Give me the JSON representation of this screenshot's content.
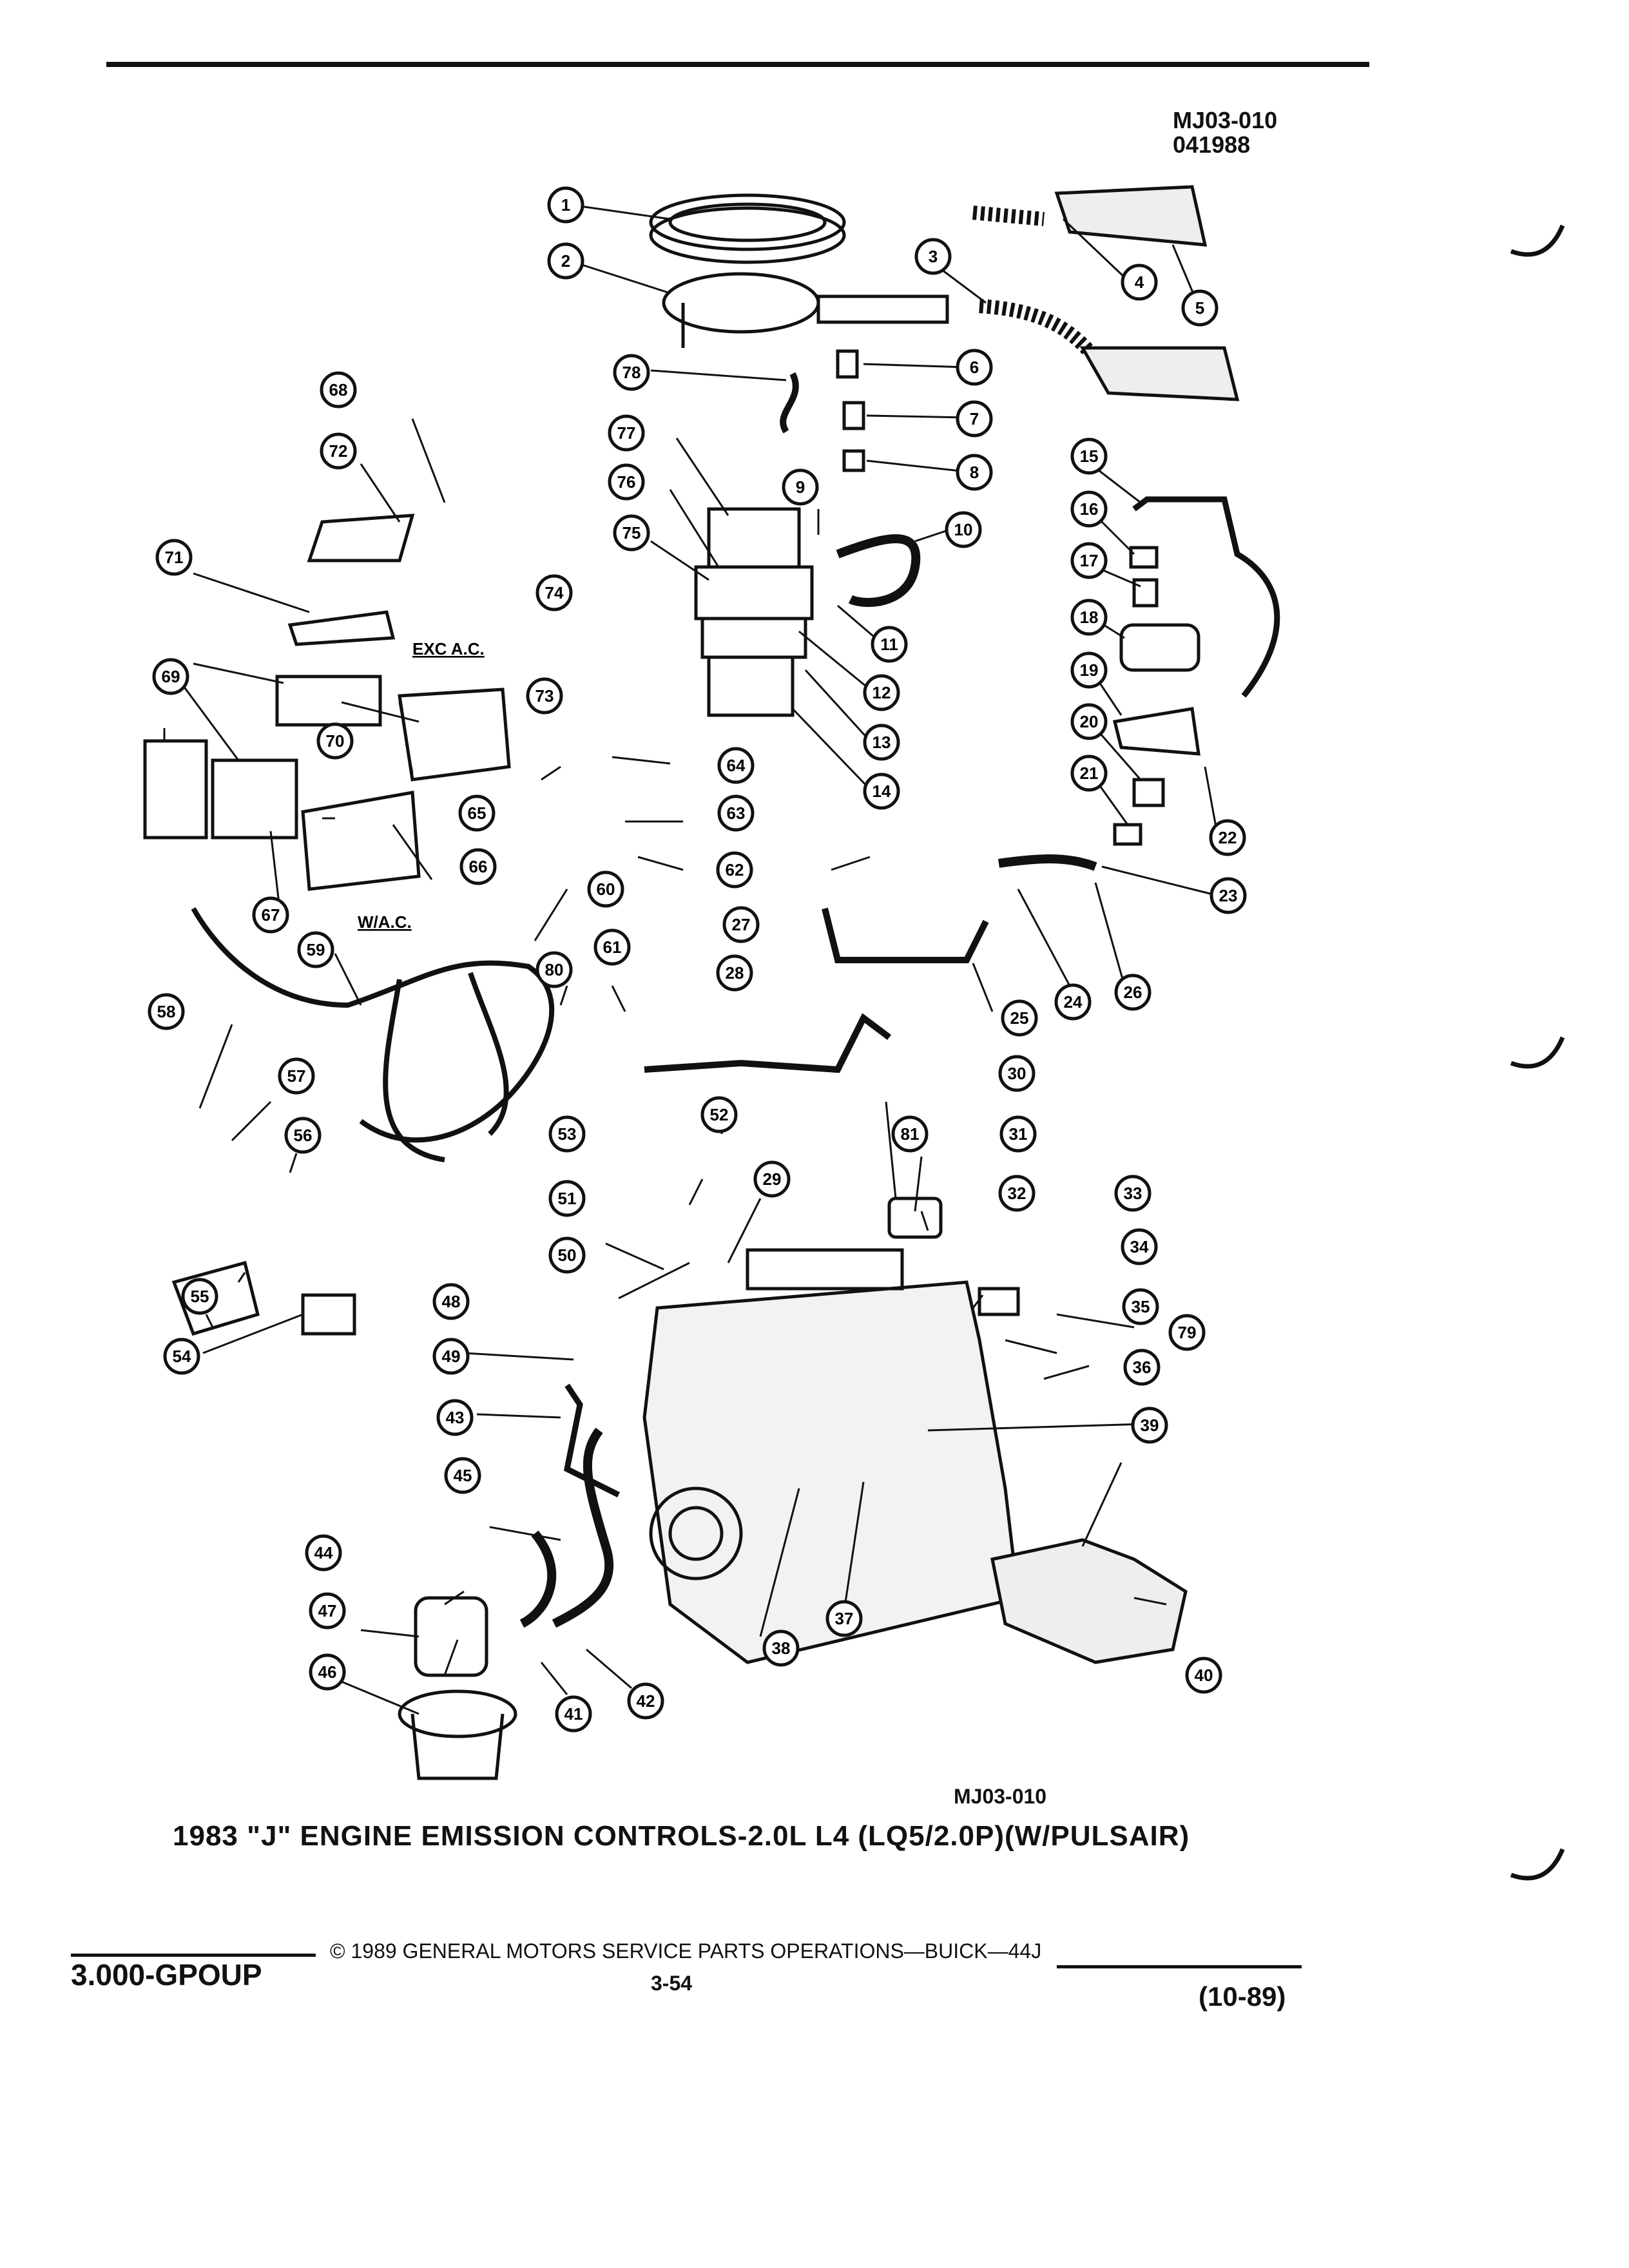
{
  "header": {
    "code_line1": "MJ03-010",
    "code_line2": "041988"
  },
  "labels": {
    "exc_ac": "EXC A.C.",
    "w_ac": "W/A.C."
  },
  "callouts": [
    "1",
    "2",
    "3",
    "4",
    "5",
    "6",
    "7",
    "8",
    "9",
    "10",
    "11",
    "12",
    "13",
    "14",
    "15",
    "16",
    "17",
    "18",
    "19",
    "20",
    "21",
    "22",
    "23",
    "24",
    "25",
    "26",
    "27",
    "28",
    "29",
    "30",
    "31",
    "32",
    "33",
    "34",
    "35",
    "36",
    "37",
    "38",
    "39",
    "40",
    "41",
    "42",
    "43",
    "44",
    "45",
    "46",
    "47",
    "48",
    "49",
    "50",
    "51",
    "52",
    "53",
    "54",
    "55",
    "56",
    "57",
    "58",
    "59",
    "60",
    "61",
    "62",
    "63",
    "64",
    "65",
    "66",
    "67",
    "68",
    "69",
    "70",
    "71",
    "72",
    "73",
    "74",
    "75",
    "76",
    "77",
    "78",
    "79",
    "80",
    "81"
  ],
  "figure": {
    "code": "MJ03-010",
    "caption": "1983 \"J\" ENGINE EMISSION CONTROLS-2.0L L4 (LQ5/2.0P)(W/PULSAIR)"
  },
  "footer": {
    "group": "3.000-GPOUP",
    "copyright": "© 1989 GENERAL MOTORS SERVICE PARTS OPERATIONS—BUICK—44J",
    "page": "3-54",
    "date": "(10-89)"
  }
}
